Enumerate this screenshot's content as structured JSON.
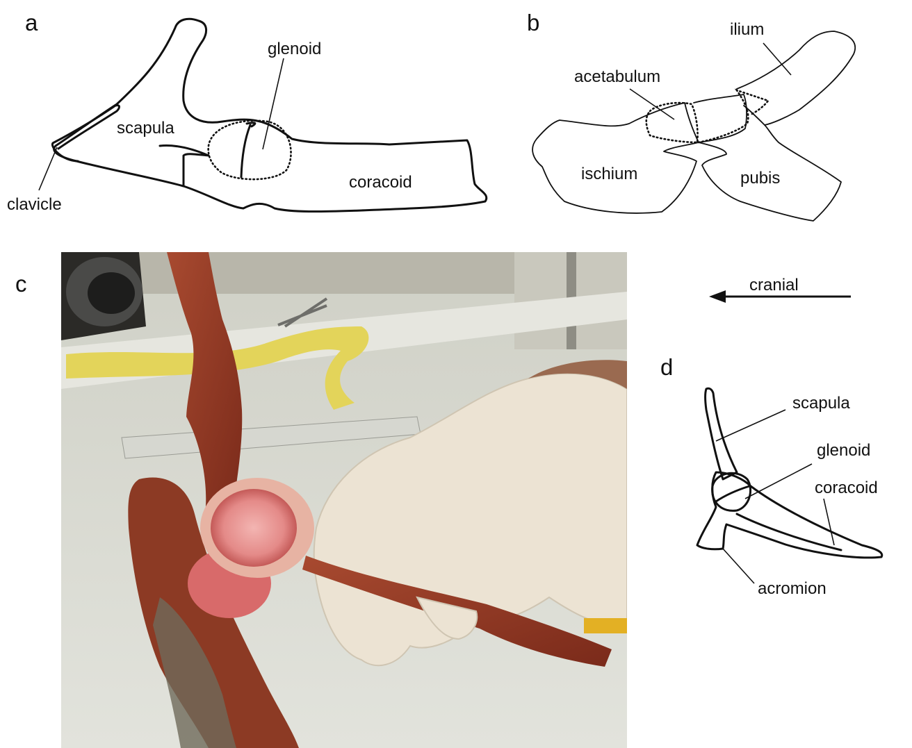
{
  "panels": {
    "a": {
      "letter": "a",
      "labels": {
        "scapula": "scapula",
        "glenoid": "glenoid",
        "coracoid": "coracoid",
        "clavicle": "clavicle"
      }
    },
    "b": {
      "letter": "b",
      "labels": {
        "ilium": "ilium",
        "acetabulum": "acetabulum",
        "ischium": "ischium",
        "pubis": "pubis"
      }
    },
    "c": {
      "letter": "c",
      "photo_subject": "dissected shoulder joint held in gloved hand"
    },
    "d": {
      "letter": "d",
      "labels": {
        "scapula": "scapula",
        "glenoid": "glenoid",
        "coracoid": "coracoid",
        "acromion": "acromion"
      }
    }
  },
  "orientation": {
    "label": "cranial",
    "direction": "left"
  },
  "colors": {
    "line": "#111111",
    "background": "#ffffff",
    "bench": "#d9dad2",
    "tissue": "#9a3a25",
    "joint_pink": "#e98f8c",
    "glove": "#ece3d3",
    "tape": "#e3d45a"
  }
}
